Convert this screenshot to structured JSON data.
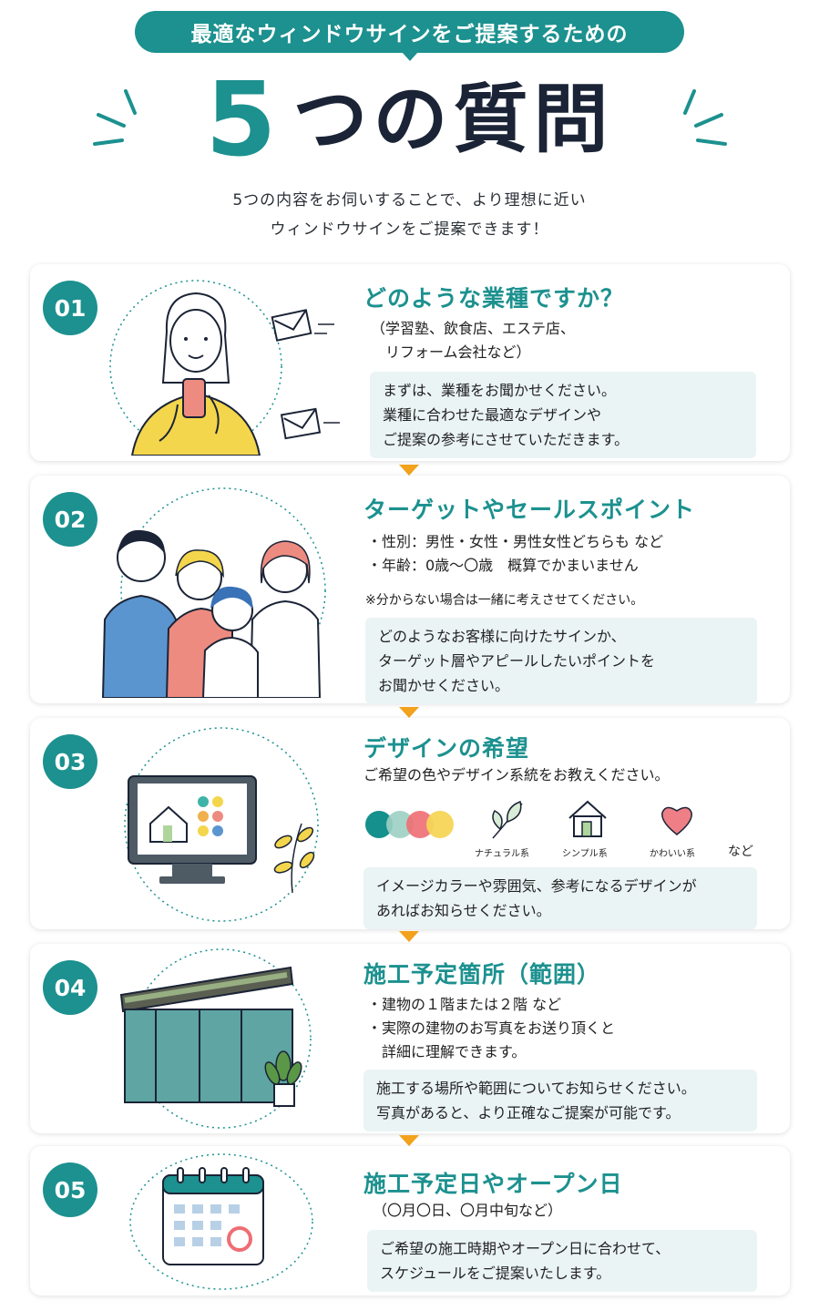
{
  "header": {
    "pill": "最適なウィンドウサインをご提案するための",
    "title_number": "5",
    "title_text": "つの質問",
    "intro": [
      "5つの内容をお伺いすることで、より理想に近い",
      "ウィンドウサインをご提案できます！"
    ]
  },
  "colors": {
    "accent": "#1c918f",
    "arrow": "#f2a21c",
    "note_bg": "#ebf4f5"
  },
  "cards": [
    {
      "number": "01",
      "title": "どのような業種ですか？",
      "lines": [
        "（学習塾、飲食店、エステ店、",
        "　リフォーム会社など）"
      ],
      "note": [
        "まずは、業種をお聞かせください。",
        "業種に合わせた最適なデザインや",
        "ご提案の参考にさせていただきます。"
      ],
      "illustration": "woman-with-smartphone-and-mail"
    },
    {
      "number": "02",
      "title": "ターゲットやセールスポイント",
      "lines": [
        "・性別：男性・女性・男性女性どちらも など",
        "・年齢：0歳～〇歳　概算でかまいません"
      ],
      "small": "※分からない場合は一緒に考えさせてください。",
      "note": [
        "どのようなお客様に向けたサインか、",
        "ターゲット層やアピールしたいポイントを",
        "お聞かせください。"
      ],
      "illustration": "family-of-four"
    },
    {
      "number": "03",
      "title": "デザインの希望",
      "lines": [
        "ご希望の色やデザイン系統をお教えください。"
      ],
      "styles": [
        "ナチュラル系",
        "シンプル系",
        "かわいい系"
      ],
      "etc": "など",
      "note": [
        "イメージカラーや雰囲気、参考になるデザインが",
        "あればお知らせください。"
      ],
      "illustration": "monitor-with-plant"
    },
    {
      "number": "04",
      "title": "施工予定箇所（範囲）",
      "lines": [
        "・建物の１階または２階 など",
        "・実際の建物のお写真をお送り頂くと",
        "　詳細に理解できます。"
      ],
      "note": [
        "施工する場所や範囲についてお知らせください。",
        "写真があると、より正確なご提案が可能です。"
      ],
      "illustration": "shop-front"
    },
    {
      "number": "05",
      "title": "施工予定日やオープン日",
      "lines": [
        "（〇月〇日、〇月中旬など）"
      ],
      "note": [
        "ご希望の施工時期やオープン日に合わせて、",
        "スケジュールをご提案いたします。"
      ],
      "illustration": "calendar"
    }
  ]
}
